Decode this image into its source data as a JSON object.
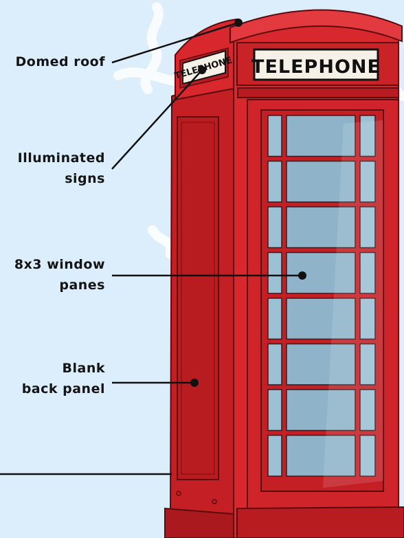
{
  "colors": {
    "background": "#dceefb",
    "booth_red": "#d9282d",
    "booth_dark": "#9e1217",
    "glass": "#8fb4ca",
    "sign_bg": "#f5f1e6"
  },
  "signs": {
    "front": "TELEPHONE",
    "side": "TELEPHONE"
  },
  "labels": [
    {
      "lines": [
        "Domed roof"
      ]
    },
    {
      "lines": [
        "Illuminated",
        "signs"
      ]
    },
    {
      "lines": [
        "8x3 window",
        "panes"
      ]
    },
    {
      "lines": [
        "Blank",
        "back panel"
      ]
    }
  ]
}
